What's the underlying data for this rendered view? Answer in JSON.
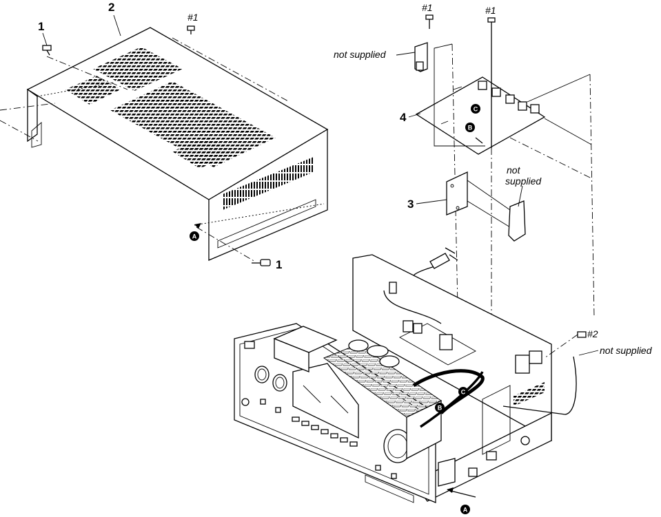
{
  "labels": {
    "screw_1_top": "1",
    "cover_2": "2",
    "screw_1_bottom": "1",
    "part_3": "3",
    "part_4": "4"
  },
  "screw_labels": {
    "top_cover": "#1",
    "bracket_top": "#1",
    "board_top": "#1",
    "side": "#2"
  },
  "notes": {
    "bracket_top": "not supplied",
    "bracket_mid_line1": "not",
    "bracket_mid_line2": "supplied",
    "side_cable": "not supplied"
  },
  "markers": {
    "a_cover": "A",
    "a_chassis": "A",
    "b_board": "B",
    "c_board": "C",
    "b_chassis": "B",
    "c_chassis": "C"
  }
}
